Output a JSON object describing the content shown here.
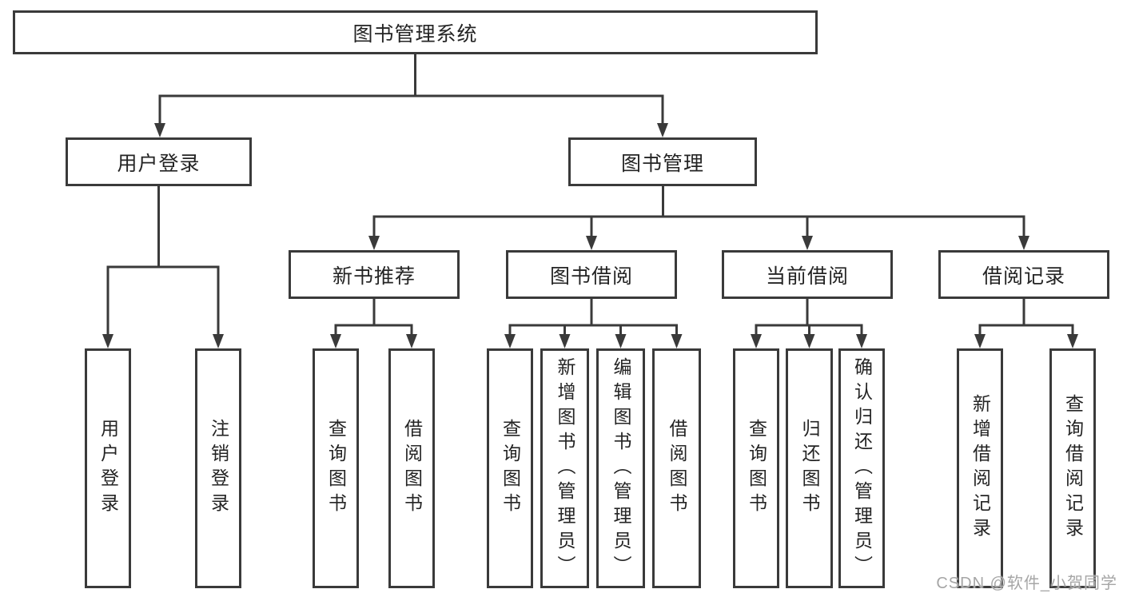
{
  "diagram": {
    "root": {
      "label": "图书管理系统"
    },
    "branches": [
      {
        "label": "用户登录",
        "children": [
          {
            "label": "用户登录"
          },
          {
            "label": "注销登录"
          }
        ]
      },
      {
        "label": "图书管理",
        "children": [
          {
            "label": "新书推荐",
            "children": [
              {
                "label": "查询图书"
              },
              {
                "label": "借阅图书"
              }
            ]
          },
          {
            "label": "图书借阅",
            "children": [
              {
                "label": "查询图书"
              },
              {
                "label": "新增图书（管理员）"
              },
              {
                "label": "编辑图书（管理员）"
              },
              {
                "label": "借阅图书"
              }
            ]
          },
          {
            "label": "当前借阅",
            "children": [
              {
                "label": "查询图书"
              },
              {
                "label": "归还图书"
              },
              {
                "label": "确认归还（管理员）"
              }
            ]
          },
          {
            "label": "借阅记录",
            "children": [
              {
                "label": "新增借阅记录"
              },
              {
                "label": "查询借阅记录"
              }
            ]
          }
        ]
      }
    ],
    "colors": {
      "line": "#3a3a3a",
      "box_border": "#3a3a3a",
      "text": "#242424",
      "background": "#ffffff",
      "watermark": "#a6a6a6"
    },
    "watermark": {
      "text": "CSDN @软件_小贺同学"
    }
  }
}
